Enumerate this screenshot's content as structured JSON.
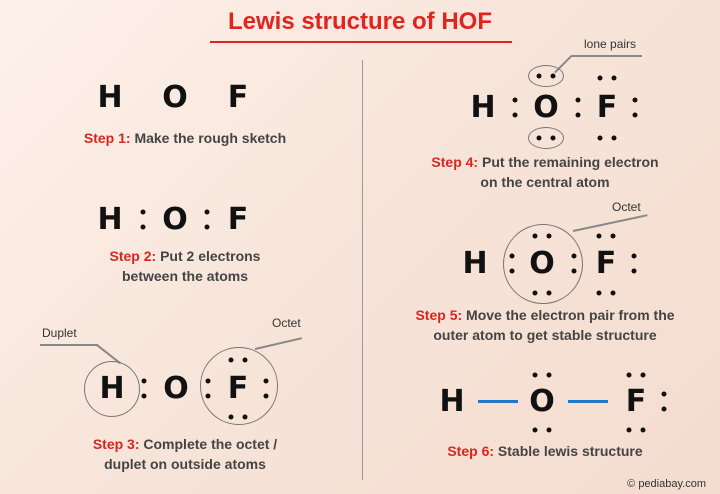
{
  "title": "Lewis structure of HOF",
  "atoms": {
    "H": "H",
    "O": "O",
    "F": "F"
  },
  "steps": [
    {
      "num": "Step 1:",
      "text": "Make the rough sketch"
    },
    {
      "num": "Step 2:",
      "text": "Put 2 electrons",
      "text2": "between the atoms"
    },
    {
      "num": "Step 3:",
      "text": "Complete the octet /",
      "text2": "duplet on outside atoms"
    },
    {
      "num": "Step 4:",
      "text": "Put the remaining electron",
      "text2": "on the central atom"
    },
    {
      "num": "Step 5:",
      "text": "Move the electron pair from the",
      "text2": "outer atom to get stable structure"
    },
    {
      "num": "Step 6:",
      "text": "Stable lewis structure"
    }
  ],
  "labels": {
    "duplet": "Duplet",
    "octet": "Octet",
    "lone_pairs": "lone pairs"
  },
  "footer": "© pediabay.com",
  "colors": {
    "title": "#e0251f",
    "step_number": "#d8261f",
    "bond": "#1f78c8"
  }
}
